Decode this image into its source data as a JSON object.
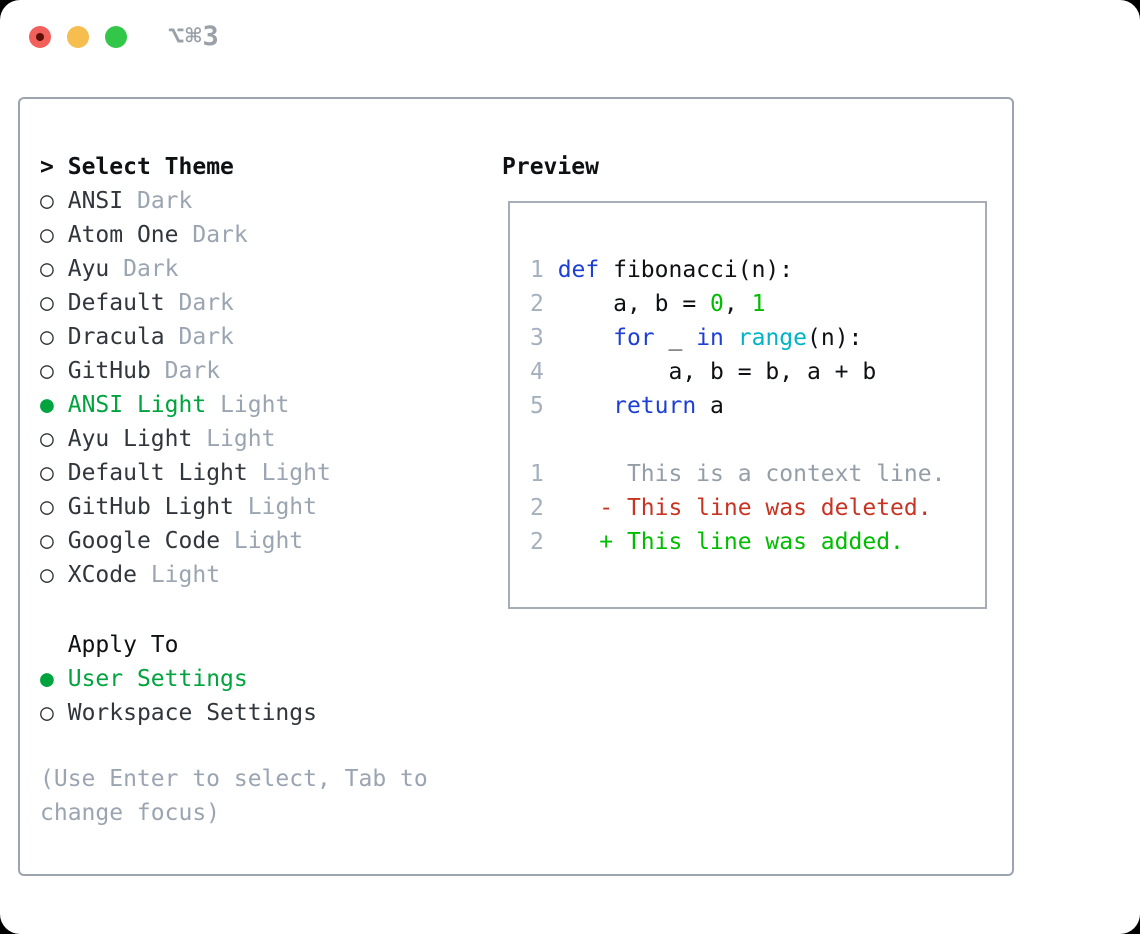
{
  "window": {
    "title": "⌥⌘3"
  },
  "colors": {
    "text_black": "#0e1013",
    "text_dark": "#31363c",
    "muted": "#9aa5b1",
    "lineno": "#a4b0be",
    "ctx": "#939ea8",
    "blue": "#1d3fd3",
    "cyan": "#00b4c6",
    "green_bright": "#00bd00",
    "green_sel": "#00a33e",
    "red": "#c83423",
    "panel_border": "#9ba4af",
    "box_border": "#a7adb7",
    "title_gray": "#9aa0a7",
    "light_red": "#f1605a",
    "light_yellow": "#f6bd4f",
    "light_green": "#32c748",
    "dot_red": "#5c0e07"
  },
  "icons": {
    "prompt_caret": ">",
    "radio_on": "●",
    "radio_off": "○"
  },
  "theme_list": {
    "header": "Select Theme",
    "items": [
      {
        "name": "ANSI",
        "variant": "Dark",
        "selected": false
      },
      {
        "name": "Atom One",
        "variant": "Dark",
        "selected": false
      },
      {
        "name": "Ayu",
        "variant": "Dark",
        "selected": false
      },
      {
        "name": "Default",
        "variant": "Dark",
        "selected": false
      },
      {
        "name": "Dracula",
        "variant": "Dark",
        "selected": false
      },
      {
        "name": "GitHub",
        "variant": "Dark",
        "selected": false
      },
      {
        "name": "ANSI Light",
        "variant": "Light",
        "selected": true
      },
      {
        "name": "Ayu Light",
        "variant": "Light",
        "selected": false
      },
      {
        "name": "Default Light",
        "variant": "Light",
        "selected": false
      },
      {
        "name": "GitHub Light",
        "variant": "Light",
        "selected": false
      },
      {
        "name": "Google Code",
        "variant": "Light",
        "selected": false
      },
      {
        "name": "XCode",
        "variant": "Light",
        "selected": false
      }
    ]
  },
  "apply_to": {
    "header": "Apply To",
    "options": [
      {
        "label": "User Settings",
        "selected": true
      },
      {
        "label": "Workspace Settings",
        "selected": false
      }
    ]
  },
  "hint": "(Use Enter to select, Tab to change focus)",
  "preview": {
    "header": "Preview",
    "code_lines": [
      {
        "num": "1",
        "tokens": [
          [
            "kw",
            "def"
          ],
          [
            "pl",
            " fibonacci(n):"
          ]
        ]
      },
      {
        "num": "2",
        "tokens": [
          [
            "pl",
            "    a, b = "
          ],
          [
            "num",
            "0"
          ],
          [
            "pl",
            ", "
          ],
          [
            "num",
            "1"
          ]
        ]
      },
      {
        "num": "3",
        "tokens": [
          [
            "pl",
            "    "
          ],
          [
            "kw",
            "for"
          ],
          [
            "pl",
            " _ "
          ],
          [
            "kw",
            "in"
          ],
          [
            "pl",
            " "
          ],
          [
            "fn",
            "range"
          ],
          [
            "pl",
            "(n):"
          ]
        ]
      },
      {
        "num": "4",
        "tokens": [
          [
            "pl",
            "        a, b = b, a + b"
          ]
        ]
      },
      {
        "num": "5",
        "tokens": [
          [
            "pl",
            "    "
          ],
          [
            "kw",
            "return"
          ],
          [
            "pl",
            " a"
          ]
        ]
      },
      {
        "num": "",
        "tokens": []
      },
      {
        "num": "1",
        "tokens": [
          [
            "ctx",
            "     This is a context line."
          ]
        ]
      },
      {
        "num": "2",
        "tokens": [
          [
            "del",
            "   - This line was deleted."
          ]
        ]
      },
      {
        "num": "2",
        "tokens": [
          [
            "add",
            "   + This line was added."
          ]
        ]
      }
    ]
  }
}
